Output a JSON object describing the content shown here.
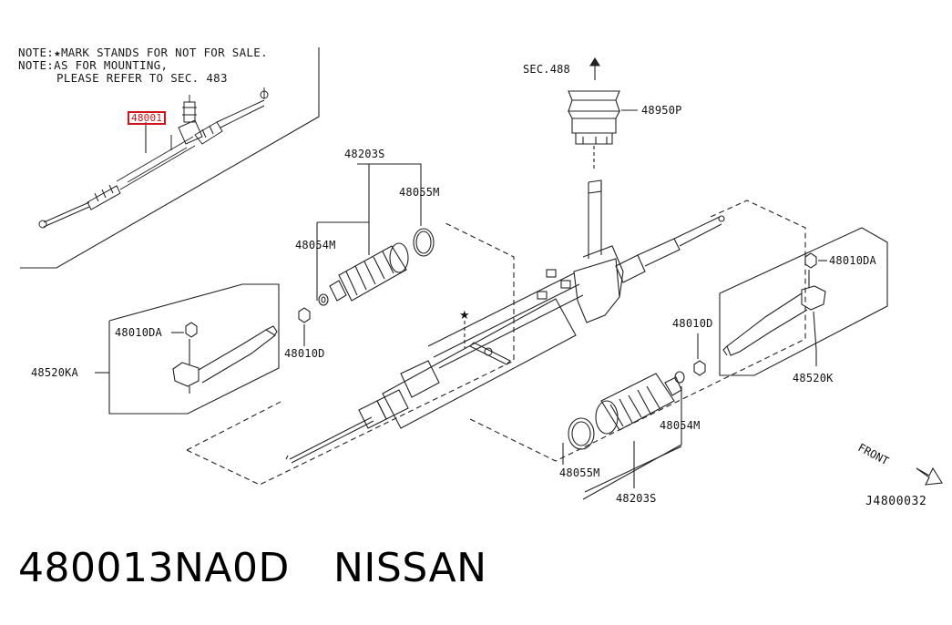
{
  "notes": {
    "line1": "NOTE:★MARK STANDS FOR NOT FOR SALE.",
    "line2": "NOTE:AS FOR MOUNTING,",
    "line3": "PLEASE REFER TO SEC. 483"
  },
  "overview": {
    "highlighted_part": "48001"
  },
  "callouts": {
    "sec488": "SEC.488",
    "p48950P": "48950P",
    "p48203S_top": "48203S",
    "p48055M_top": "48055M",
    "p48054M_left": "48054M",
    "p48010D_left": "48010D",
    "p48010DA_left": "48010DA",
    "p48520KA": "48520KA",
    "p48010DA_right": "48010DA",
    "p48520K": "48520K",
    "p48010D_right": "48010D",
    "p48054M_right": "48054M",
    "p48055M_bottom": "48055M",
    "p48203S_bottom": "48203S"
  },
  "front_label": "FRONT",
  "diagram_code": "J4800032",
  "footer": {
    "part_number": "480013NA0D",
    "brand": "NISSAN"
  },
  "colors": {
    "highlight": "#d0141b",
    "line": "#222222"
  }
}
